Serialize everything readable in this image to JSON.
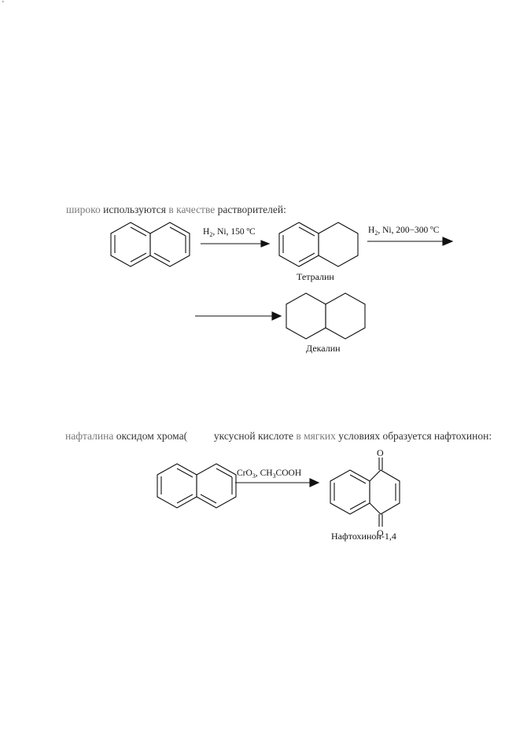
{
  "corner_mark": "'",
  "section1": {
    "intro_parts": [
      {
        "text": "широко ",
        "tone": "gray"
      },
      {
        "text": "используются ",
        "tone": "dark"
      },
      {
        "text": "в качестве ",
        "tone": "gray"
      },
      {
        "text": "растворителей:",
        "tone": "dark"
      }
    ],
    "reaction1_conditions": {
      "reagent": "H",
      "sub": "2",
      "rest": ", Ni, 150 ºC"
    },
    "reaction2_conditions": {
      "reagent": "H",
      "sub": "2",
      "rest": ", Ni, 200−300 ºC"
    },
    "product1_label": "Тетралин",
    "product2_label": "Декалин"
  },
  "section2": {
    "intro_parts": [
      {
        "text": "нафталина ",
        "tone": "gray"
      },
      {
        "text": "оксидом хрома(",
        "tone": "dark"
      },
      {
        "text": "          ",
        "tone": "gray"
      },
      {
        "text": "уксусной кислоте ",
        "tone": "dark"
      },
      {
        "text": "в мягких ",
        "tone": "gray"
      },
      {
        "text": "условиях образуется нафтохинон:",
        "tone": "dark"
      }
    ],
    "conditions": {
      "part1": "CrO",
      "sub1": "3",
      "part2": ", CH",
      "sub2": "3",
      "part3": "COOH"
    },
    "oxygen_top": "O",
    "oxygen_bottom": "O",
    "product_label": "Нафтохинон-1,4"
  }
}
